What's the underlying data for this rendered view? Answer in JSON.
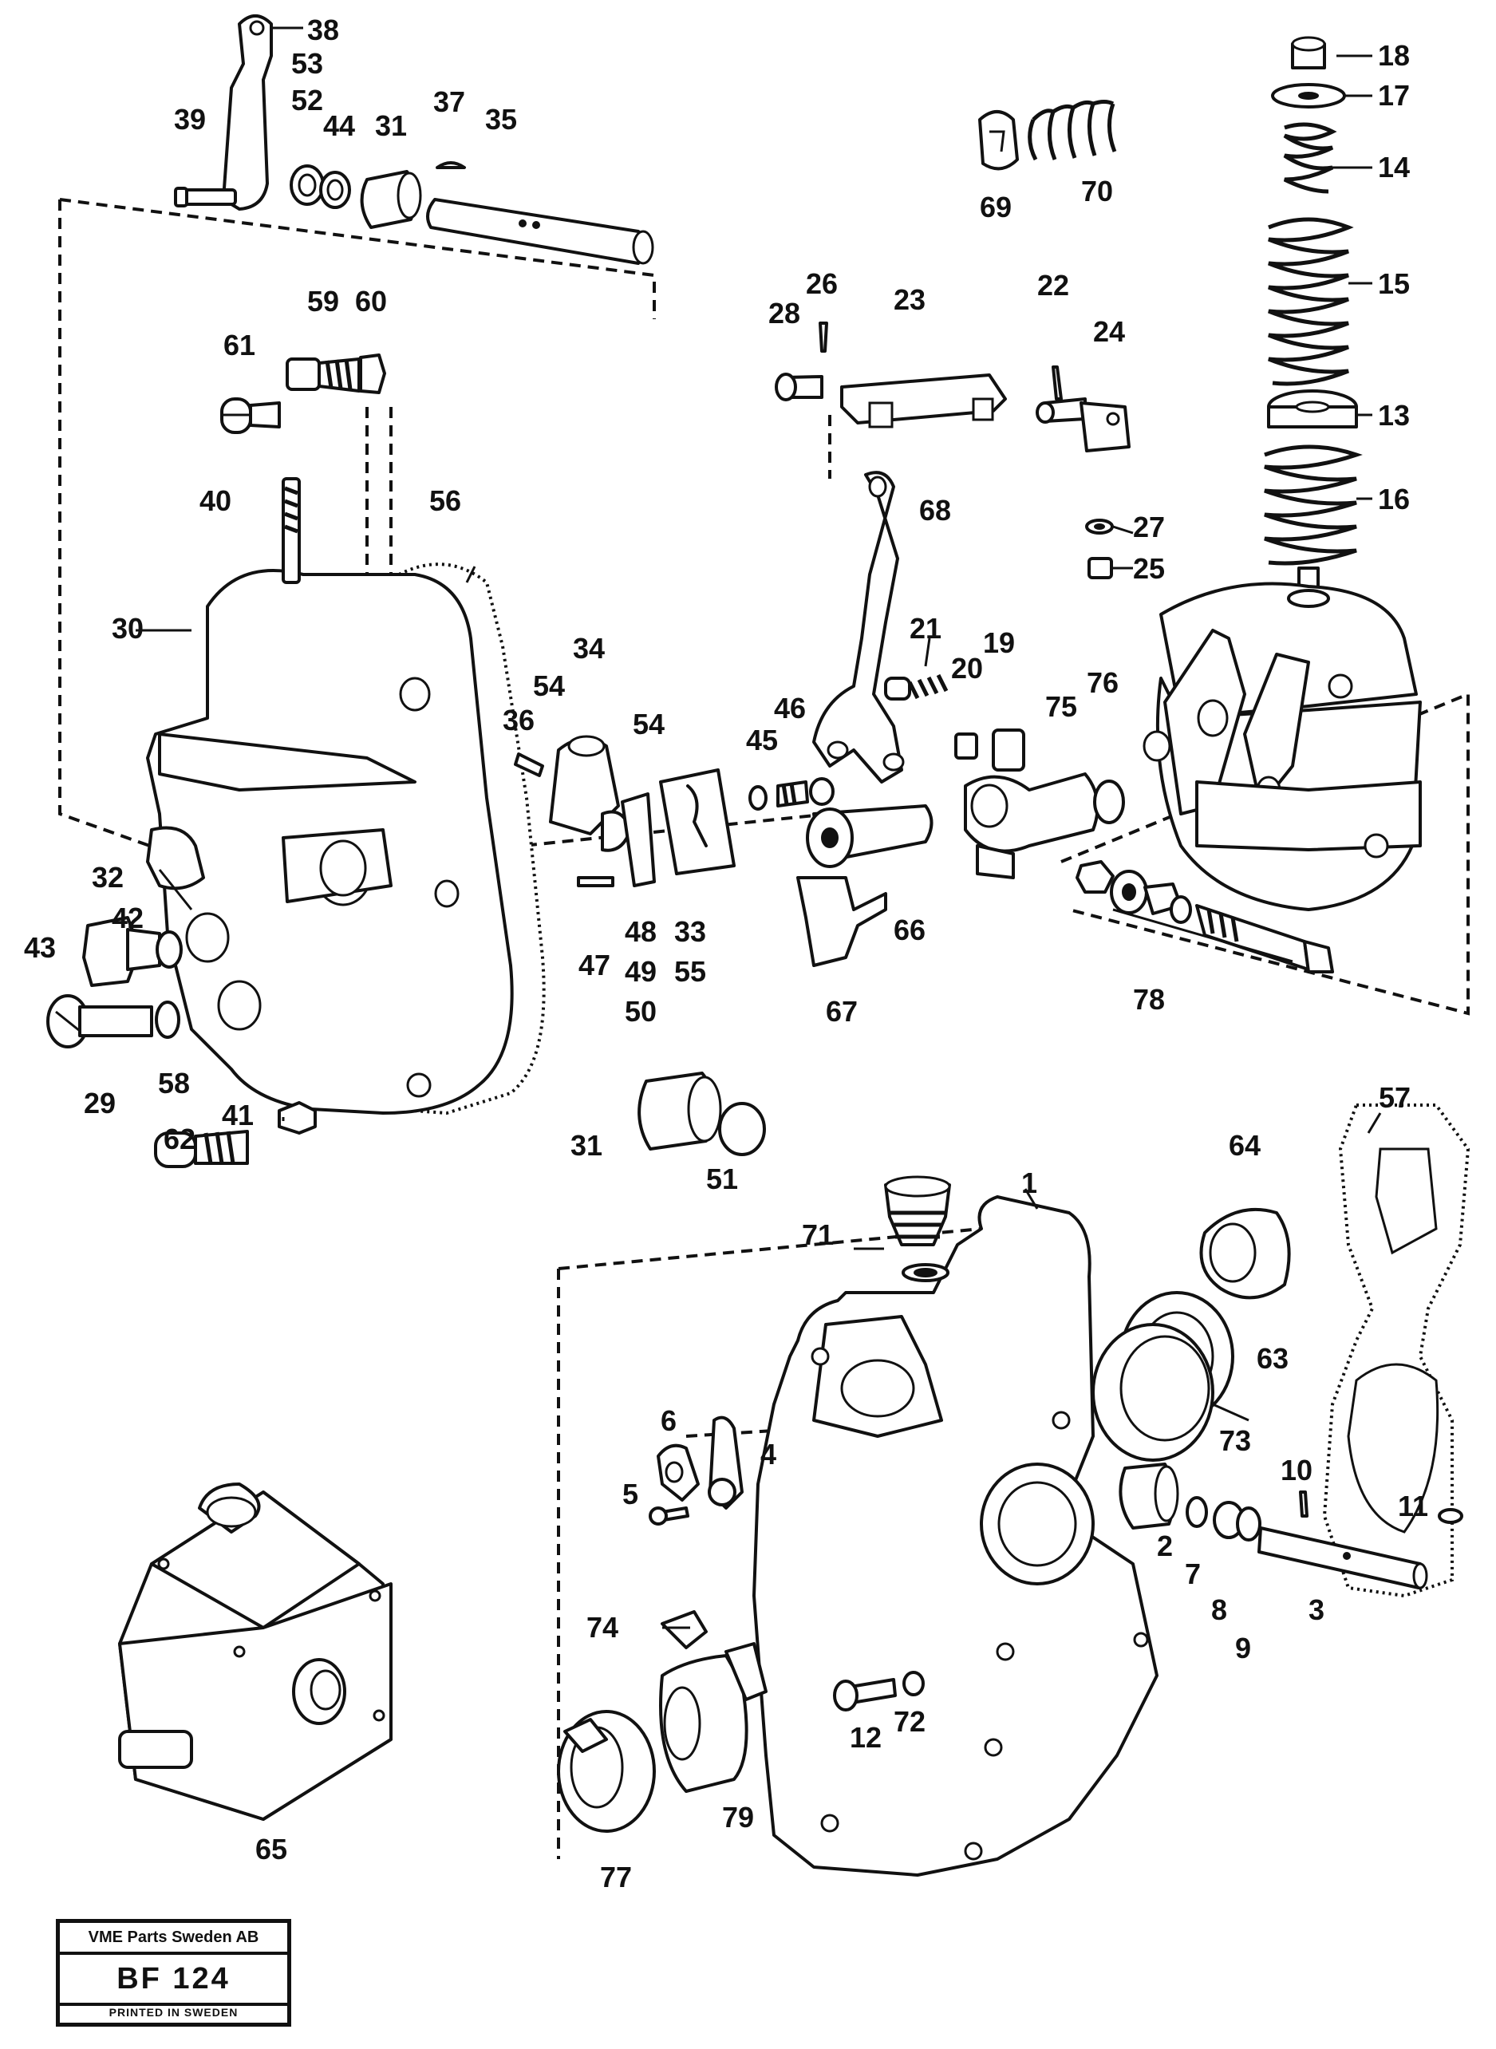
{
  "callouts": [
    "1",
    "2",
    "3",
    "4",
    "5",
    "6",
    "7",
    "8",
    "9",
    "10",
    "11",
    "12",
    "13",
    "14",
    "15",
    "16",
    "17",
    "18",
    "19",
    "20",
    "21",
    "22",
    "23",
    "24",
    "25",
    "26",
    "27",
    "28",
    "29",
    "30",
    "31",
    "31",
    "32",
    "33",
    "34",
    "35",
    "36",
    "37",
    "38",
    "39",
    "40",
    "41",
    "42",
    "43",
    "44",
    "45",
    "46",
    "47",
    "48",
    "49",
    "50",
    "51",
    "52",
    "53",
    "54",
    "54",
    "55",
    "56",
    "57",
    "58",
    "59",
    "60",
    "61",
    "62",
    "63",
    "64",
    "65",
    "66",
    "67",
    "68",
    "69",
    "70",
    "71",
    "72",
    "73",
    "74",
    "75",
    "76",
    "77",
    "78",
    "79"
  ],
  "title_block": {
    "company": "VME Parts Sweden AB",
    "code": "BF 124",
    "printed": "PRINTED IN SWEDEN"
  }
}
